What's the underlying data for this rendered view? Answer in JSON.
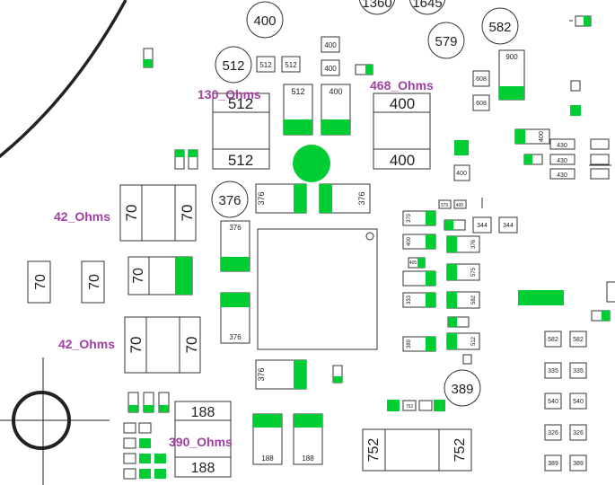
{
  "colors": {
    "pad": "#00cc33",
    "outline": "#222222",
    "label": "#a040a0",
    "background": "#ffffff"
  },
  "annotations": {
    "a130": "130_Ohms",
    "a468": "468_Ohms",
    "a42a": "42_Ohms",
    "a42b": "42_Ohms",
    "a390": "390_Ohms"
  },
  "circles": {
    "c400": "400",
    "c1360": "1360",
    "c1645": "1645",
    "c579": "579",
    "c582": "582",
    "c512": "512",
    "c376": "376",
    "c389": "389"
  },
  "components": {
    "r512a": "512",
    "r512b": "512",
    "r400top": "400",
    "r400b": "400",
    "r900": "900",
    "r608a": "608",
    "r608b": "608",
    "ind512t": "512",
    "ind512b": "512",
    "cap512": "512",
    "cap400": "400",
    "ind400t": "400",
    "ind400b": "400",
    "r400m": "400",
    "r430a": "430",
    "r430b": "430",
    "r430c": "430",
    "r400v": "400",
    "c376l": "376",
    "c376r": "376",
    "ind70a": "70",
    "ind70b": "70",
    "r70a": "70",
    "r70b": "70",
    "ind70c": "70",
    "ind70d": "70",
    "cap70": "70",
    "c376t": "376",
    "c376b": "376",
    "c376h": "376",
    "r379a": "379",
    "r400t": "400",
    "r344a": "344",
    "r344b": "344",
    "v379": "379",
    "v400": "400",
    "v376": "376",
    "v405": "405",
    "v575": "575",
    "v333": "333",
    "v582": "582",
    "v389": "389",
    "v512": "512",
    "r335a": "335",
    "r335b": "335",
    "r540a": "540",
    "r540b": "540",
    "r326a": "326",
    "r326b": "326",
    "r389a": "389",
    "r389b": "389",
    "r582a": "582",
    "r582b": "582",
    "ind188t": "188",
    "ind188b": "188",
    "cap188a": "188",
    "cap188b": "188",
    "ind752a": "752",
    "ind752b": "752",
    "r752": "752"
  }
}
